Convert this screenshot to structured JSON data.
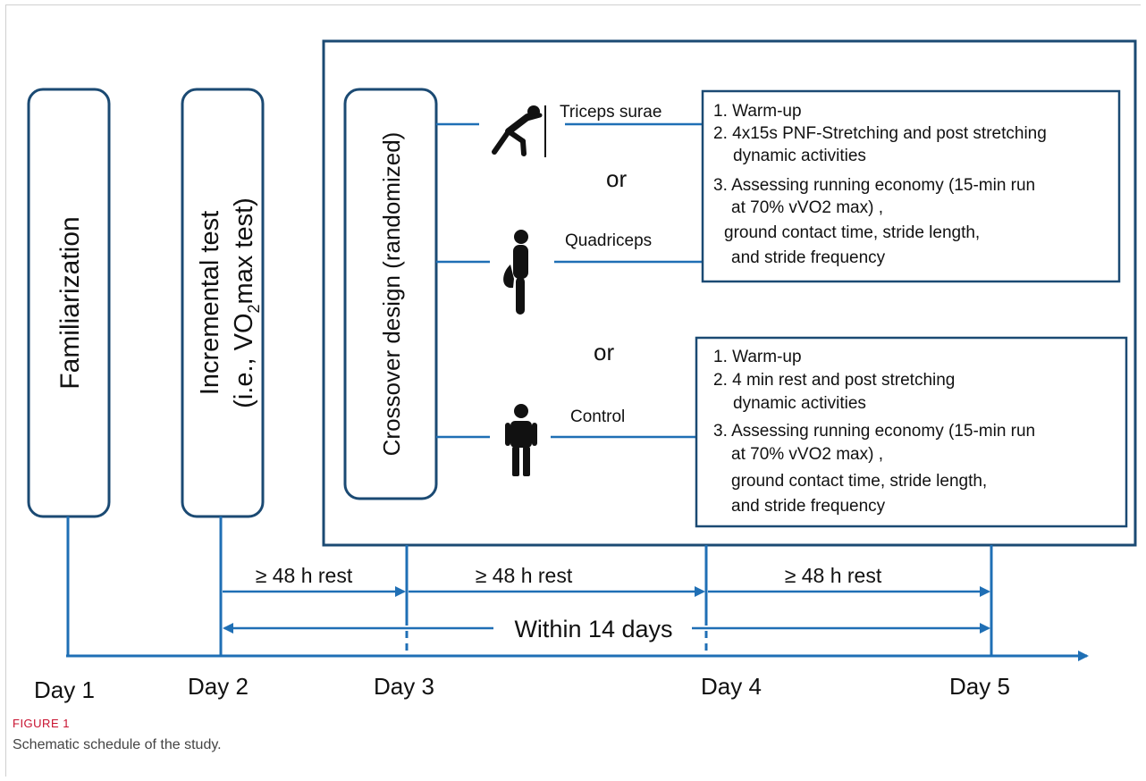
{
  "boxes": {
    "familiarization": "Familiarization",
    "incremental_line1": "Incremental test",
    "incremental_line2_pre": "(i.e., VO",
    "incremental_sub": "2",
    "incremental_line2_post": "max  test)",
    "crossover": "Crossover design (randomized)"
  },
  "conditions": {
    "triceps": "Triceps surae",
    "quadriceps": "Quadriceps",
    "control": "Control",
    "or": "or"
  },
  "protocol_stretch": [
    "1. Warm-up",
    "2. 4x15s PNF-Stretching and post stretching",
    "dynamic activities",
    "3. Assessing running economy (15-min run",
    "at 70% vVO2 max) ,",
    "ground contact time, stride length,",
    "and stride frequency"
  ],
  "protocol_control": [
    "1. Warm-up",
    "2. 4 min rest and post stretching",
    "dynamic activities",
    "3. Assessing running economy (15-min run",
    "at 70% vVO2 max) ,",
    "ground contact time, stride length,",
    "and stride frequency"
  ],
  "rest": "≥ 48 h rest",
  "within": "Within 14 days",
  "days": [
    "Day 1",
    "Day 2",
    "Day 3",
    "Day 4",
    "Day 5"
  ],
  "caption": {
    "label": "FIGURE 1",
    "text": "Schematic schedule of the study."
  },
  "colors": {
    "accent": "#1f6fb5",
    "box": "#1b4a73",
    "caption_label": "#c8102e"
  }
}
